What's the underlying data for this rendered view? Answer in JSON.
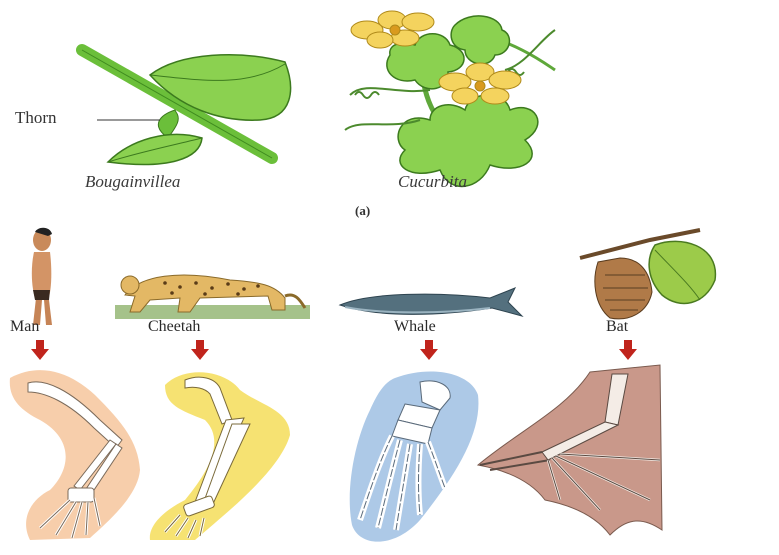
{
  "part_a": {
    "thorn_label": "Thorn",
    "plant_left": "Bougainvillea",
    "plant_right": "Cucurbita",
    "caption": "(a)"
  },
  "part_b": {
    "animals": [
      "Man",
      "Cheetah",
      "Whale",
      "Bat"
    ]
  },
  "colors": {
    "leaf": "#7cc44a",
    "stem": "#6bbf3a",
    "flower": "#f4d35e",
    "arrow": "#c0241c",
    "man_bg": "#f6c9a2",
    "cheetah_bg": "#f5e06a",
    "whale_bg": "#a9c6e6",
    "bat_bg": "#c9988a"
  }
}
